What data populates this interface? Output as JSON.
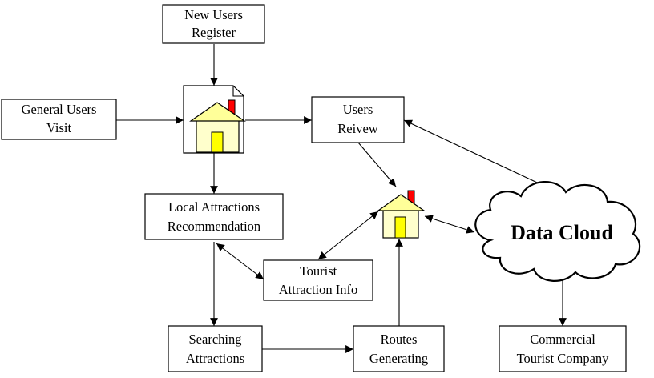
{
  "nodes": {
    "new_users": {
      "line1": "New Users",
      "line2": "Register"
    },
    "general_users": {
      "line1": "General Users",
      "line2": "Visit"
    },
    "users_review": {
      "line1": "Users",
      "line2": "Reivew"
    },
    "local_attractions": {
      "line1": "Local Attractions",
      "line2": "Recommendation"
    },
    "tourist_info": {
      "line1": "Tourist",
      "line2": "Attraction Info"
    },
    "searching": {
      "line1": "Searching",
      "line2": "Attractions"
    },
    "routes": {
      "line1": "Routes",
      "line2": "Generating"
    },
    "commercial": {
      "line1": "Commercial",
      "line2": "Tourist Company"
    },
    "data_cloud": {
      "label": "Data Cloud"
    }
  },
  "icons": {
    "main_house": "house-icon",
    "main_document": "document-icon",
    "hub_house": "house-icon",
    "cloud": "cloud-icon"
  },
  "colors": {
    "house_roof": "#ffff99",
    "house_door": "#ffff00",
    "chimney": "#ff0000",
    "house_wall": "#ffffcc"
  }
}
